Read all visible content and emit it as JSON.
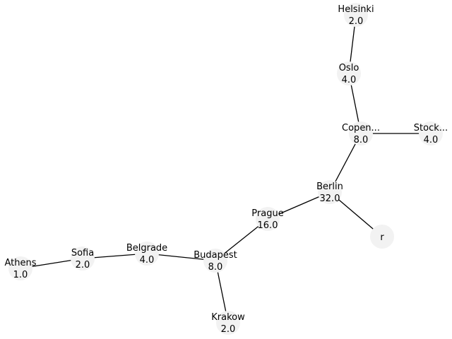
{
  "graph": {
    "colors": {
      "node_fill": "#f2f2f2",
      "edge": "#000000",
      "text": "#000000",
      "background": "#ffffff"
    },
    "nodes": [
      {
        "id": "helsinki",
        "label": "Helsinki",
        "value": "2.0"
      },
      {
        "id": "oslo",
        "label": "Oslo",
        "value": "4.0"
      },
      {
        "id": "copenhagen",
        "label": "Copen...",
        "value": "8.0"
      },
      {
        "id": "stockholm",
        "label": "Stock...",
        "value": "4.0"
      },
      {
        "id": "berlin",
        "label": "Berlin",
        "value": "32.0"
      },
      {
        "id": "r",
        "label": "r",
        "value": ""
      },
      {
        "id": "prague",
        "label": "Prague",
        "value": "16.0"
      },
      {
        "id": "budapest",
        "label": "Budapest",
        "value": "8.0"
      },
      {
        "id": "belgrade",
        "label": "Belgrade",
        "value": "4.0"
      },
      {
        "id": "sofia",
        "label": "Sofia",
        "value": "2.0"
      },
      {
        "id": "athens",
        "label": "Athens",
        "value": "1.0"
      },
      {
        "id": "krakow",
        "label": "Krakow",
        "value": "2.0"
      }
    ],
    "edges": [
      {
        "from": "helsinki",
        "to": "oslo"
      },
      {
        "from": "oslo",
        "to": "copenhagen"
      },
      {
        "from": "copenhagen",
        "to": "stockholm"
      },
      {
        "from": "copenhagen",
        "to": "berlin"
      },
      {
        "from": "berlin",
        "to": "r"
      },
      {
        "from": "berlin",
        "to": "prague"
      },
      {
        "from": "prague",
        "to": "budapest"
      },
      {
        "from": "budapest",
        "to": "belgrade"
      },
      {
        "from": "budapest",
        "to": "krakow"
      },
      {
        "from": "belgrade",
        "to": "sofia"
      },
      {
        "from": "sofia",
        "to": "athens"
      }
    ]
  }
}
